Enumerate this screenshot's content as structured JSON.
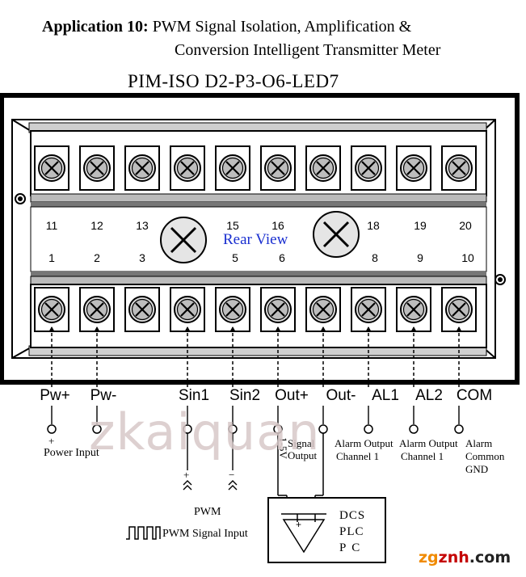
{
  "title": {
    "prefix": "Application 10:",
    "line1": "PWM Signal Isolation, Amplification &",
    "line2": "Conversion Intelligent Transmitter Meter"
  },
  "model": "PIM-ISO D2-P3-O6-LED7",
  "rear_view": "Rear View",
  "top_numbers": [
    "11",
    "12",
    "13",
    "15",
    "16",
    "18",
    "19",
    "20"
  ],
  "bottom_numbers": [
    "1",
    "2",
    "3",
    "5",
    "6",
    "8",
    "9",
    "10"
  ],
  "terminals": [
    "Pw+",
    "Pw-",
    "Sin1",
    "Sin2",
    "Out+",
    "Out-",
    "AL1",
    "AL2",
    "COM"
  ],
  "notes": {
    "plus": "+",
    "power_input": "Power Input",
    "signal_output_1": "Signal",
    "signal_output_2": "Output",
    "v_range": "1-5V",
    "alarm1_1": "Alarm Output",
    "alarm1_2": "Channel 1",
    "alarm2_1": "Alarm Output",
    "alarm2_2": "Channel 1",
    "alarm_com_1": "Alarm",
    "alarm_com_2": "Common",
    "alarm_com_3": "GND",
    "sin_plus": "+",
    "sin_minus": "−",
    "pwm": "PWM",
    "pwm_input": "PWM Signal Input"
  },
  "dcs": {
    "line1": "DCS",
    "line2": "PLC",
    "line3": "P  C"
  },
  "watermark": "zkaiquan",
  "logo": {
    "a": "zg",
    "b": "znh",
    "c": ".com"
  }
}
